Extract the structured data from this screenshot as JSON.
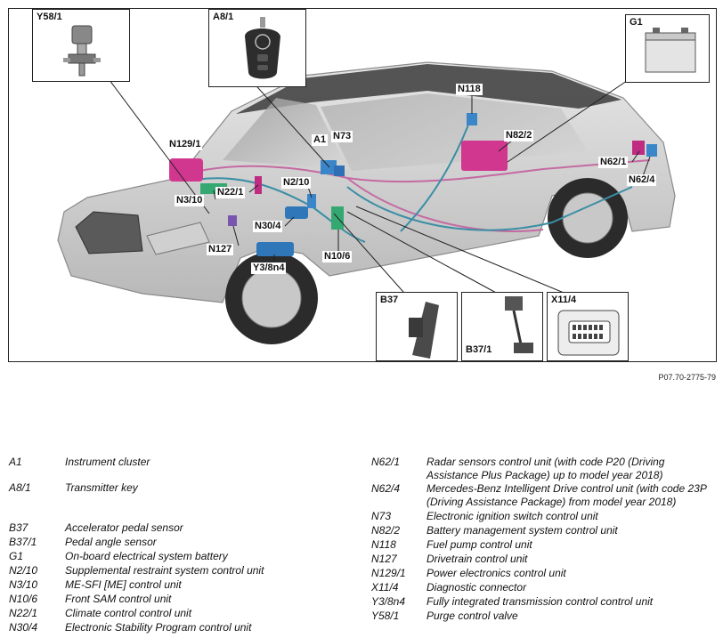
{
  "reference_code": "P07.70-2775-79",
  "insets": {
    "y58_1": "Y58/1",
    "a8_1": "A8/1",
    "g1": "G1",
    "b37": "B37",
    "b37_1": "B37/1",
    "x11_4": "X11/4"
  },
  "callouts": {
    "n118": "N118",
    "n129_1": "N129/1",
    "a1": "A1",
    "n73": "N73",
    "n82_2": "N82/2",
    "n62_1": "N62/1",
    "n62_4": "N62/4",
    "n3_10": "N3/10",
    "n22_1": "N22/1",
    "n2_10": "N2/10",
    "n30_4": "N30/4",
    "n127": "N127",
    "y3_8n4": "Y3/8n4",
    "n10_6": "N10/6"
  },
  "legend_left": [
    {
      "code": "A1",
      "desc": "Instrument cluster"
    },
    {
      "code": "A8/1",
      "desc": "Transmitter key"
    },
    {
      "code": "B37",
      "desc": "Accelerator pedal sensor"
    },
    {
      "code": "B37/1",
      "desc": "Pedal angle sensor"
    },
    {
      "code": "G1",
      "desc": "On-board electrical system battery"
    },
    {
      "code": "N2/10",
      "desc": "Supplemental restraint system control unit"
    },
    {
      "code": "N3/10",
      "desc": "ME-SFI [ME] control unit"
    },
    {
      "code": "N10/6",
      "desc": "Front SAM control unit"
    },
    {
      "code": "N22/1",
      "desc": "Climate control control unit"
    },
    {
      "code": "N30/4",
      "desc": "Electronic Stability Program control unit"
    }
  ],
  "legend_right": [
    {
      "code": "N62/1",
      "desc": "Radar sensors control unit (with code P20 (Driving Assistance Plus Package) up to model year 2018)"
    },
    {
      "code": "N62/4",
      "desc": "Mercedes-Benz Intelligent Drive control unit (with code 23P (Driving Assistance Package) from model year 2018)"
    },
    {
      "code": "N73",
      "desc": "Electronic ignition switch control unit"
    },
    {
      "code": "N82/2",
      "desc": "Battery management system control unit"
    },
    {
      "code": "N118",
      "desc": "Fuel pump control unit"
    },
    {
      "code": "N127",
      "desc": "Drivetrain control unit"
    },
    {
      "code": "N129/1",
      "desc": "Power electronics control unit"
    },
    {
      "code": "X11/4",
      "desc": "Diagnostic connector"
    },
    {
      "code": "Y3/8n4",
      "desc": "Fully integrated transmission control control unit"
    },
    {
      "code": "Y58/1",
      "desc": "Purge control valve"
    }
  ]
}
